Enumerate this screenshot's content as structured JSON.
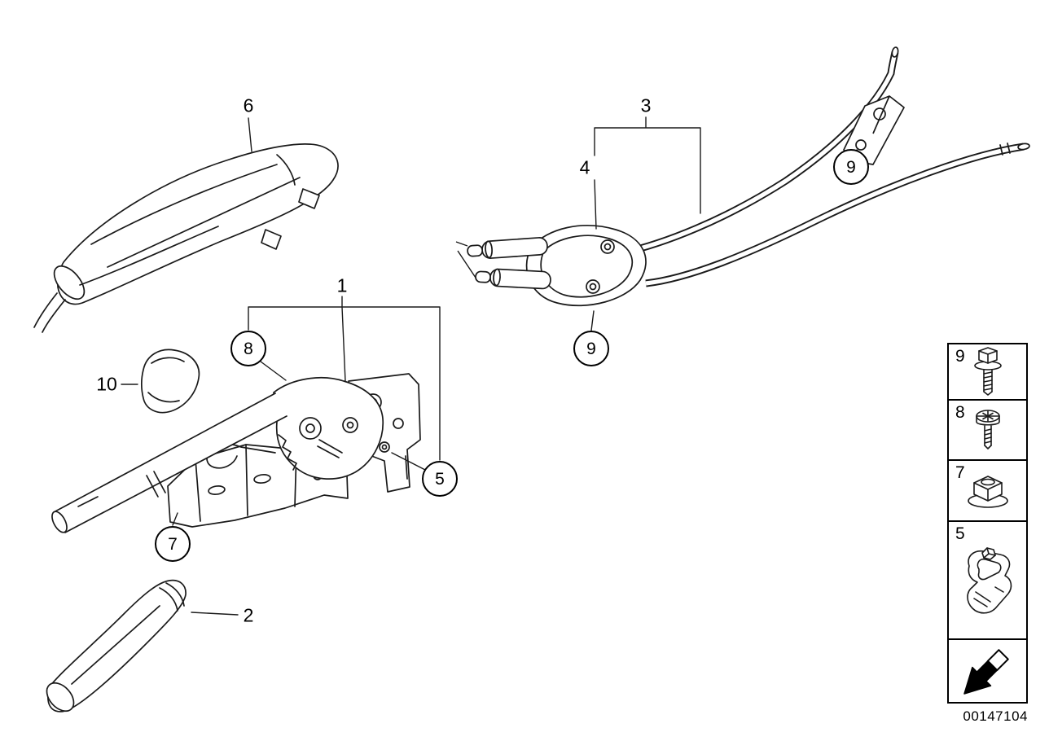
{
  "meta": {
    "doc_number": "00147104",
    "background": "#ffffff",
    "line_color": "#1a1a1a"
  },
  "callouts": {
    "c1": {
      "label": "1"
    },
    "c2": {
      "label": "2"
    },
    "c3": {
      "label": "3"
    },
    "c4": {
      "label": "4"
    },
    "c6": {
      "label": "6"
    },
    "c10": {
      "label": "10"
    },
    "b5": {
      "label": "5"
    },
    "b7": {
      "label": "7"
    },
    "b8": {
      "label": "8"
    },
    "b9_cable_bracket": {
      "label": "9"
    },
    "b9_equalizer": {
      "label": "9"
    }
  },
  "legend": {
    "rows": [
      {
        "label": "9",
        "icon": "hex-bolt"
      },
      {
        "label": "8",
        "icon": "torx-screw"
      },
      {
        "label": "7",
        "icon": "flange-nut"
      },
      {
        "label": "5",
        "icon": "cable-clamp"
      }
    ],
    "arrow_icon": "direction-arrow"
  }
}
